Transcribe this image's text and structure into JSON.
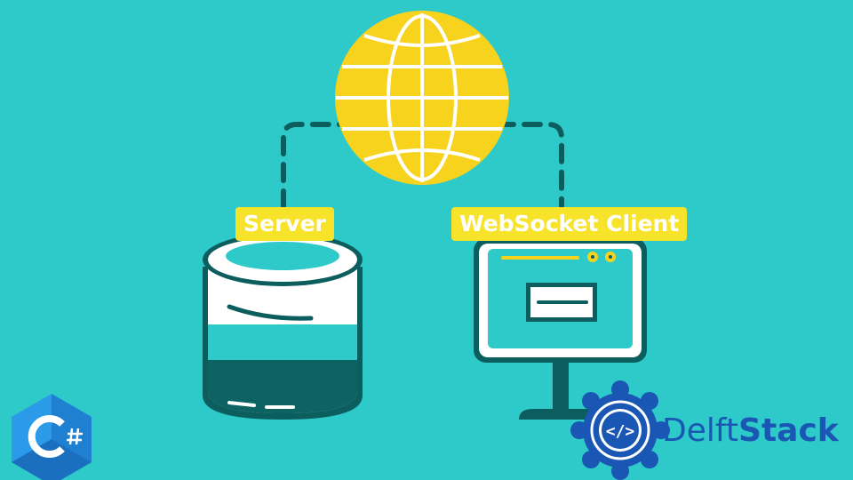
{
  "labels": {
    "server": "Server",
    "client": "WebSocket Client"
  },
  "brand": {
    "name_part1": "Delft",
    "name_part2": "Stack",
    "logo_text": "</>",
    "color": "#1a56b4"
  },
  "language_badge": {
    "text": "C#",
    "color": "#1f8fe0"
  },
  "colors": {
    "background": "#2ec9c9",
    "globe": "#f7d31e",
    "label_bg": "#f7e32a",
    "dark": "#0c5d5d",
    "white": "#ffffff"
  },
  "icons": [
    "globe-icon",
    "database-icon",
    "monitor-icon",
    "csharp-logo-icon",
    "delftstack-logo-icon"
  ]
}
